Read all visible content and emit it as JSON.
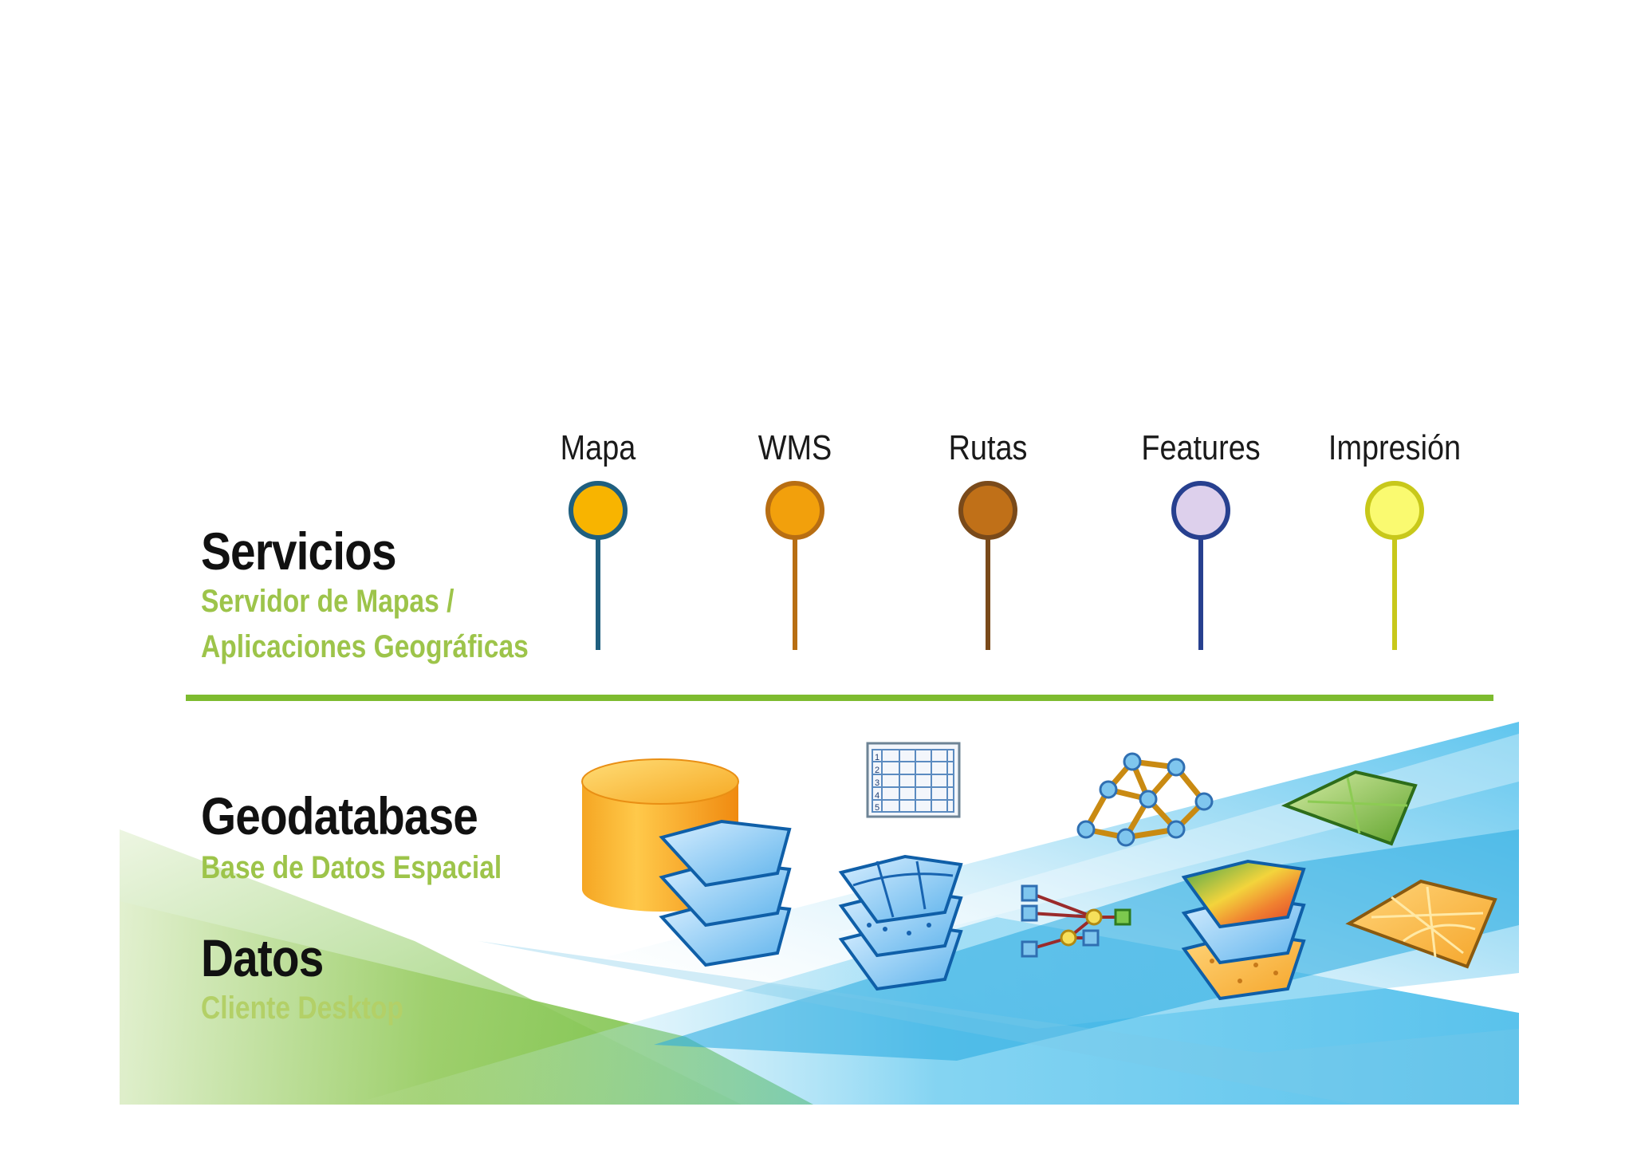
{
  "services": {
    "title": "Servicios",
    "subtitle_line1": "Servidor de Mapas  /",
    "subtitle_line2": "Aplicaciones Geográficas",
    "items": [
      {
        "label": "Mapa",
        "fill": "#F8B400",
        "stroke": "#1F5F7F"
      },
      {
        "label": "WMS",
        "fill": "#F2A00C",
        "stroke": "#B86E12"
      },
      {
        "label": "Rutas",
        "fill": "#C07018",
        "stroke": "#7A4A1A"
      },
      {
        "label": "Features",
        "fill": "#DDD0EC",
        "stroke": "#27408F"
      },
      {
        "label": "Impresión",
        "fill": "#FAFA70",
        "stroke": "#C8C81A"
      }
    ]
  },
  "geodatabase": {
    "title": "Geodatabase",
    "subtitle": "Base de Datos Espacial"
  },
  "datos": {
    "title": "Datos",
    "subtitle": "Cliente Desktop"
  },
  "table_icon_rows": [
    "1",
    "2",
    "3",
    "4",
    "5"
  ],
  "colors": {
    "accent_green": "#7DBB2F",
    "subtitle_green": "#9DC44A",
    "datos_subtitle": "#B3D067",
    "water_blue": "#2DB2E6"
  },
  "icons": [
    "database-icon",
    "layers-icon",
    "table-icon",
    "street-layers-icon",
    "network-icon",
    "topology-icon",
    "terrain-layers-icon",
    "raster-tile-icon",
    "street-tile-icon"
  ]
}
